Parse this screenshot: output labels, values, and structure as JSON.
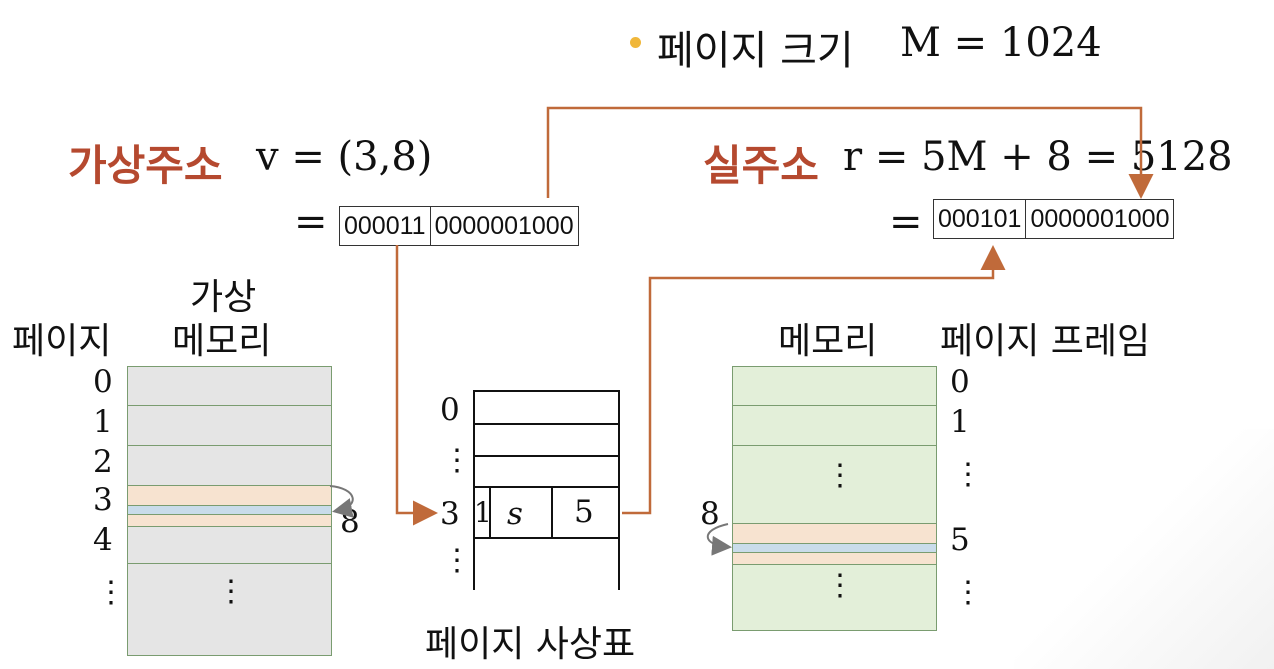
{
  "header": {
    "page_size_label": "페이지 크기",
    "page_size_formula": "M = 1024"
  },
  "virtual_address": {
    "label": "가상주소",
    "formula": "v = (3,8)",
    "equals": "=",
    "page_bits": "000011",
    "offset_bits": "0000001000"
  },
  "real_address": {
    "label": "실주소",
    "formula": "r = 5M + 8 = 5128",
    "equals": "=",
    "frame_bits": "000101",
    "offset_bits": "0000001000"
  },
  "virtual_memory": {
    "col_label": "페이지",
    "title_line1": "가상",
    "title_line2": "메모리",
    "page_numbers": [
      "0",
      "1",
      "2",
      "3",
      "4",
      "⋮"
    ],
    "offset_label": "8",
    "dots": "⋮"
  },
  "page_table": {
    "title": "페이지 사상표",
    "row_labels": [
      "0",
      "⋮",
      "3",
      "⋮"
    ],
    "entry_bit": "1",
    "entry_s": "s",
    "entry_frame": "5"
  },
  "physical_memory": {
    "title": "메모리",
    "col_label": "페이지 프레임",
    "frame_numbers": [
      "0",
      "1",
      "⋮",
      "5",
      "⋮"
    ],
    "offset_label": "8",
    "dots_top": "⋮",
    "dots_bottom": "⋮"
  },
  "colors": {
    "accent_brown": "#b5492f",
    "arrow_brown": "#c06a3a",
    "bullet": "#f0b73a",
    "page_band": "#f7e3d0",
    "offset_band": "#c9dcea",
    "virtual_fill": "#e5e5e5",
    "physical_fill": "#e3efd9"
  }
}
